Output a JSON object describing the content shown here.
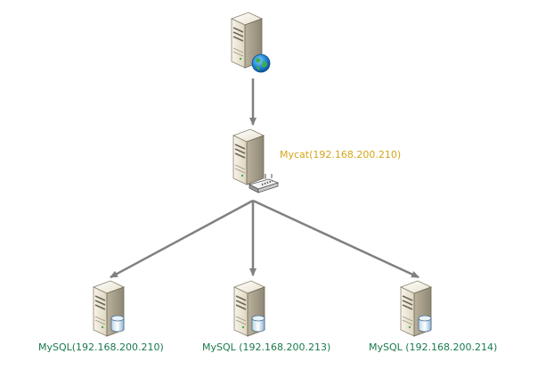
{
  "nodes": {
    "client": {
      "icon": "web-server-globe-icon"
    },
    "mycat": {
      "label": "Mycat(192.168.200.210)",
      "label_color": "#d4a619",
      "icon": "server-with-router-icon"
    },
    "databases": [
      {
        "label": "MySQL(192.168.200.210)",
        "icon": "database-server-icon"
      },
      {
        "label": "MySQL (192.168.200.213)",
        "icon": "database-server-icon"
      },
      {
        "label": "MySQL (192.168.200.214)",
        "icon": "database-server-icon"
      }
    ],
    "db_label_color": "#1a7a4c"
  },
  "connector_color": "#808080"
}
